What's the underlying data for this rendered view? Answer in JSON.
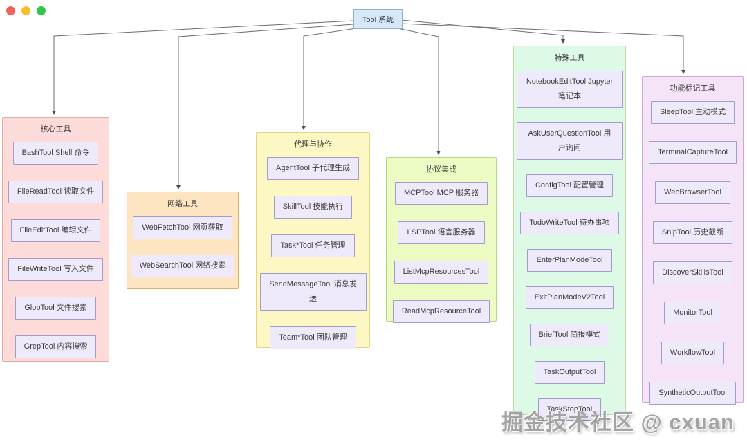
{
  "window": {
    "controls": {
      "close": "close",
      "minimize": "minimize",
      "maximize": "maximize",
      "colors": {
        "close": "#f4605a",
        "minimize": "#f9bd2e",
        "maximize": "#33c748"
      }
    }
  },
  "diagram": {
    "root": {
      "label": "Tool 系统",
      "fill": "#d7e9f8",
      "border": "#8fb2d0"
    }
  },
  "groups": [
    {
      "title": "核心工具",
      "fill": "#fcdbd9",
      "border": "#e7a8a4",
      "items": [
        "BashTool Shell 命令",
        "FileReadTool 读取文件",
        "FileEditTool 编辑文件",
        "FileWriteTool 写入文件",
        "GlobTool 文件搜索",
        "GrepTool 内容搜索"
      ]
    },
    {
      "title": "网络工具",
      "fill": "#fce5c0",
      "border": "#dcae66",
      "items": [
        "WebFetchTool 网页获取",
        "WebSearchTool 网络搜索"
      ]
    },
    {
      "title": "代理与协作",
      "fill": "#fdf7c3",
      "border": "#e2d386",
      "items": [
        "AgentTool 子代理生成",
        "SkillTool 技能执行",
        "Task*Tool 任务管理",
        "SendMessageTool 消息发送",
        "Team*Tool 团队管理"
      ]
    },
    {
      "title": "协议集成",
      "fill": "#ebfbc3",
      "border": "#b4d87c",
      "items": [
        "MCPTool MCP 服务器",
        "LSPTool 语言服务器",
        "ListMcpResourcesTool",
        "ReadMcpResourceTool"
      ]
    },
    {
      "title": "特殊工具",
      "fill": "#dcfae6",
      "border": "#c4dda4",
      "items": [
        "NotebookEditTool Jupyter 笔记本",
        "AskUserQuestionTool 用户询问",
        "ConfigTool 配置管理",
        "TodoWriteTool 待办事项",
        "EnterPlanModeTool",
        "ExitPlanModeV2Tool",
        "BriefTool 简报模式",
        "TaskOutputTool",
        "TaskStopTool"
      ]
    },
    {
      "title": "功能标记工具",
      "fill": "#f5e3f8",
      "border": "#cfa6dc",
      "items": [
        "SleepTool 主动模式",
        "TerminalCaptureTool",
        "WebBrowserTool",
        "SnipTool 历史截断",
        "DiscoverSkillsTool",
        "MonitorTool",
        "WorkflowTool",
        "SyntheticOutputTool"
      ]
    }
  ],
  "styles": {
    "connector_color": "#6b6b6b",
    "item_fill": "#efeafb",
    "item_border": "#a49bc9"
  },
  "watermark": {
    "text": "掘金技术社区 @ cxuan"
  }
}
